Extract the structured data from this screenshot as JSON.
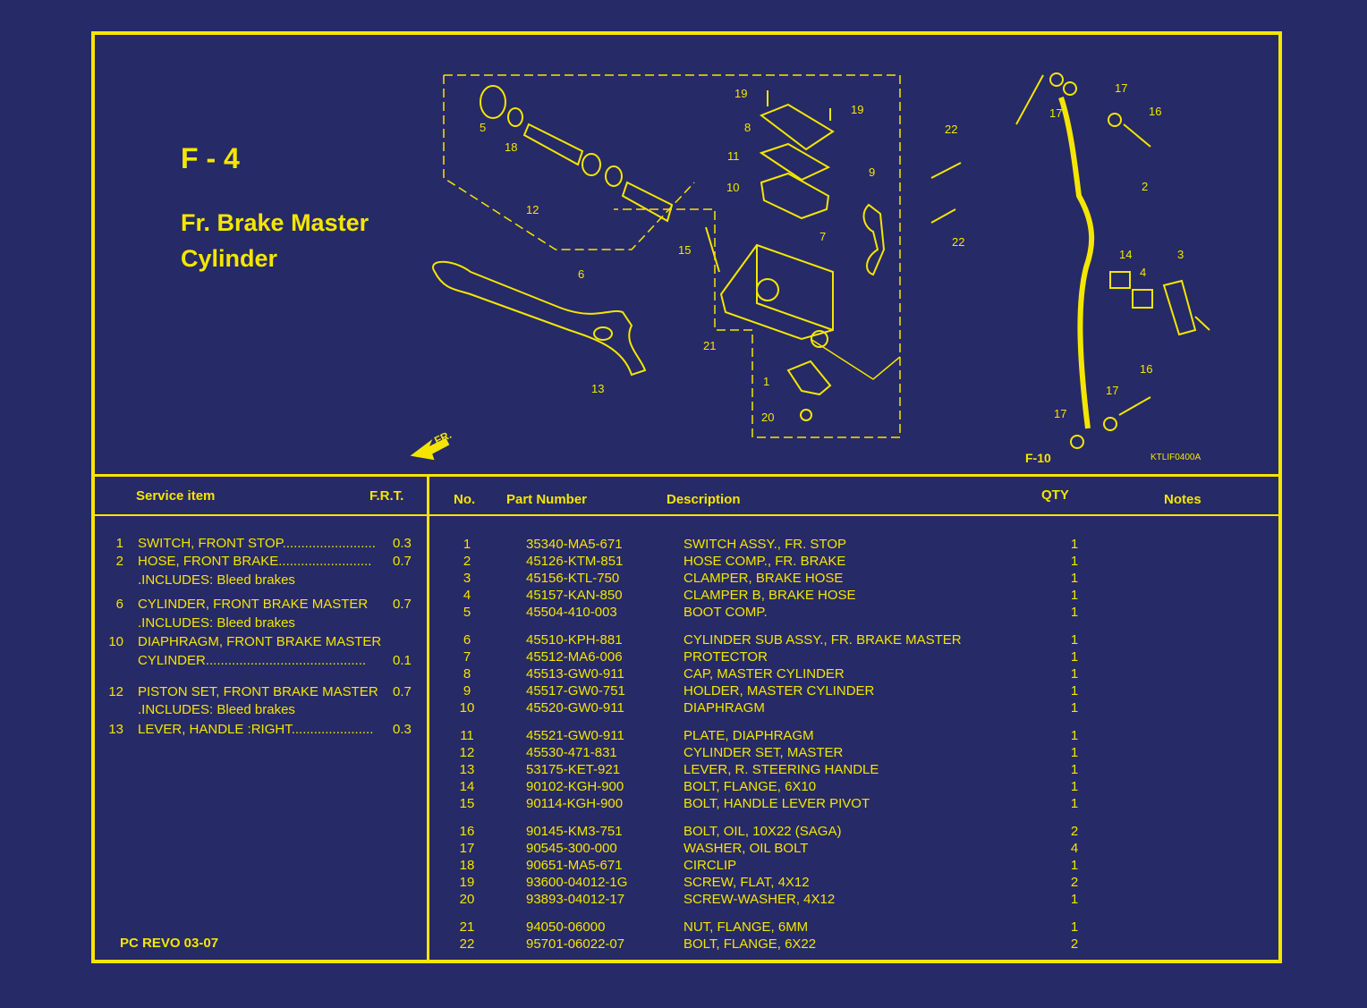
{
  "figure": {
    "code": "F - 4",
    "title_line1": "Fr. Brake Master",
    "title_line2": "Cylinder",
    "diagram_ref": "KTLIF0400A",
    "front_label": "FR.",
    "callouts": [
      "1",
      "2",
      "3",
      "4",
      "5",
      "6",
      "7",
      "8",
      "9",
      "10",
      "11",
      "12",
      "13",
      "14",
      "15",
      "16",
      "16",
      "17",
      "17",
      "17",
      "17",
      "18",
      "19",
      "19",
      "20",
      "21",
      "22",
      "22",
      "F-10"
    ]
  },
  "service_table": {
    "header_item": "Service item",
    "header_frt": "F.R.T.",
    "rows": [
      {
        "no": "1",
        "name": "SWITCH, FRONT STOP.........................",
        "frt": "0.3"
      },
      {
        "no": "2",
        "name": "HOSE, FRONT BRAKE.........................",
        "frt": "0.7"
      },
      {
        "no": "",
        "name": ".INCLUDES: Bleed brakes",
        "frt": ""
      },
      {
        "no": "6",
        "name": "CYLINDER, FRONT BRAKE MASTER",
        "frt": "0.7"
      },
      {
        "no": "",
        "name": ".INCLUDES: Bleed brakes",
        "frt": ""
      },
      {
        "no": "10",
        "name": "DIAPHRAGM, FRONT BRAKE MASTER",
        "frt": ""
      },
      {
        "no": "",
        "name": "CYLINDER...........................................",
        "frt": "0.1"
      },
      {
        "no": "12",
        "name": "PISTON SET, FRONT BRAKE MASTER",
        "frt": "0.7"
      },
      {
        "no": "",
        "name": ".INCLUDES: Bleed brakes",
        "frt": ""
      },
      {
        "no": "13",
        "name": "LEVER, HANDLE :RIGHT......................",
        "frt": "0.3"
      }
    ]
  },
  "parts_table": {
    "header_no": "No.",
    "header_part": "Part Number",
    "header_desc": "Description",
    "header_qty": "QTY",
    "header_notes": "Notes",
    "rows": [
      {
        "no": "1",
        "part": "35340-MA5-671",
        "desc": "SWITCH ASSY., FR. STOP",
        "qty": "1"
      },
      {
        "no": "2",
        "part": "45126-KTM-851",
        "desc": "HOSE COMP., FR. BRAKE",
        "qty": "1"
      },
      {
        "no": "3",
        "part": "45156-KTL-750",
        "desc": "CLAMPER, BRAKE HOSE",
        "qty": "1"
      },
      {
        "no": "4",
        "part": "45157-KAN-850",
        "desc": "CLAMPER B, BRAKE HOSE",
        "qty": "1"
      },
      {
        "no": "5",
        "part": "45504-410-003",
        "desc": "BOOT COMP.",
        "qty": "1"
      },
      {
        "no": "6",
        "part": "45510-KPH-881",
        "desc": "CYLINDER SUB ASSY., FR. BRAKE MASTER",
        "qty": "1"
      },
      {
        "no": "7",
        "part": "45512-MA6-006",
        "desc": "PROTECTOR",
        "qty": "1"
      },
      {
        "no": "8",
        "part": "45513-GW0-911",
        "desc": "CAP, MASTER CYLINDER",
        "qty": "1"
      },
      {
        "no": "9",
        "part": "45517-GW0-751",
        "desc": "HOLDER, MASTER CYLINDER",
        "qty": "1"
      },
      {
        "no": "10",
        "part": "45520-GW0-911",
        "desc": "DIAPHRAGM",
        "qty": "1"
      },
      {
        "no": "11",
        "part": "45521-GW0-911",
        "desc": "PLATE, DIAPHRAGM",
        "qty": "1"
      },
      {
        "no": "12",
        "part": "45530-471-831",
        "desc": "CYLINDER SET, MASTER",
        "qty": "1"
      },
      {
        "no": "13",
        "part": "53175-KET-921",
        "desc": "LEVER, R. STEERING HANDLE",
        "qty": "1"
      },
      {
        "no": "14",
        "part": "90102-KGH-900",
        "desc": "BOLT, FLANGE, 6X10",
        "qty": "1"
      },
      {
        "no": "15",
        "part": "90114-KGH-900",
        "desc": "BOLT, HANDLE LEVER PIVOT",
        "qty": "1"
      },
      {
        "no": "16",
        "part": "90145-KM3-751",
        "desc": "BOLT, OIL, 10X22 (SAGA)",
        "qty": "2"
      },
      {
        "no": "17",
        "part": "90545-300-000",
        "desc": "WASHER, OIL BOLT",
        "qty": "4"
      },
      {
        "no": "18",
        "part": "90651-MA5-671",
        "desc": "CIRCLIP",
        "qty": "1"
      },
      {
        "no": "19",
        "part": "93600-04012-1G",
        "desc": "SCREW, FLAT, 4X12",
        "qty": "2"
      },
      {
        "no": "20",
        "part": "93893-04012-17",
        "desc": "SCREW-WASHER, 4X12",
        "qty": "1"
      },
      {
        "no": "21",
        "part": "94050-06000",
        "desc": "NUT, FLANGE, 6MM",
        "qty": "1"
      },
      {
        "no": "22",
        "part": "95701-06022-07",
        "desc": "BOLT, FLANGE, 6X22",
        "qty": "2"
      }
    ]
  },
  "footer": {
    "model": "PC REVO   03-07"
  },
  "colors": {
    "background": "#262a66",
    "ink": "#f5e600"
  }
}
